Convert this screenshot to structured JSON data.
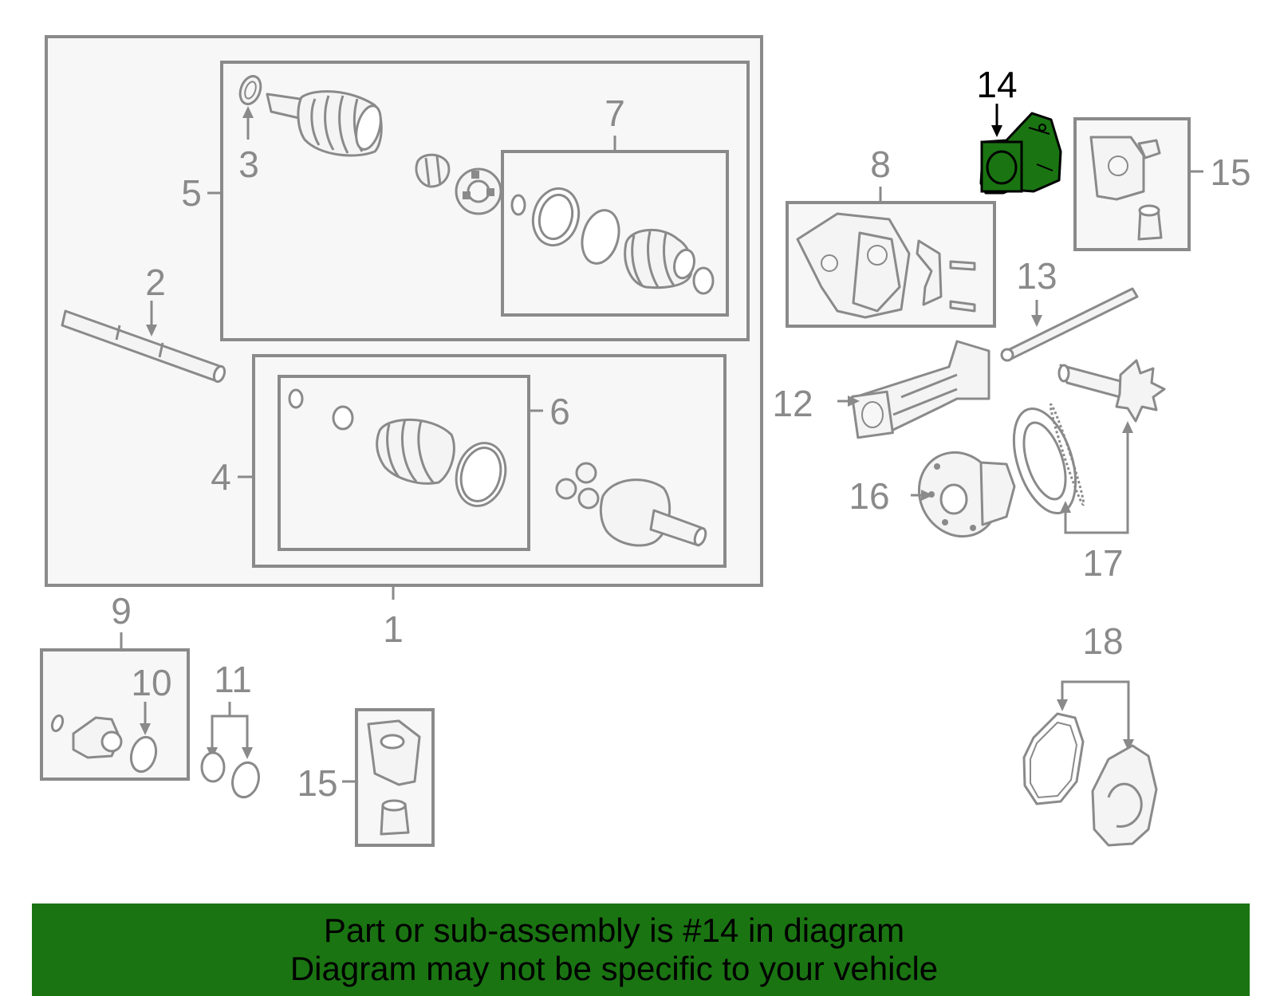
{
  "highlight_color": "#1a7412",
  "callouts": {
    "c1": "1",
    "c2": "2",
    "c3": "3",
    "c4": "4",
    "c5": "5",
    "c6": "6",
    "c7": "7",
    "c8": "8",
    "c9": "9",
    "c10": "10",
    "c11": "11",
    "c12": "12",
    "c13": "13",
    "c14": "14",
    "c15a": "15",
    "c15b": "15",
    "c16": "16",
    "c17": "17",
    "c18": "18"
  },
  "banner": {
    "line1": "Part or sub-assembly is #14 in diagram",
    "line2": "Diagram may not be specific to your vehicle"
  }
}
